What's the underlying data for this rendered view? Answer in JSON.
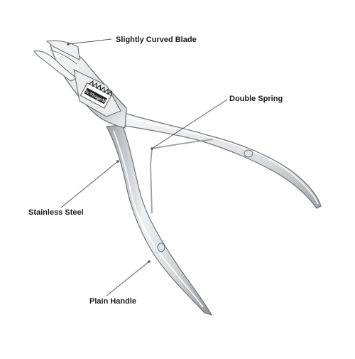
{
  "labels": {
    "blade": "Slightly Curved Blade",
    "spring": "Double Spring",
    "steel": "Stainless Steel",
    "handle": "Plain Handle"
  },
  "product": {
    "logo_text": "Dr.VisageAll"
  },
  "colors": {
    "background": "#ffffff",
    "steel_light": "#f4f5f6",
    "steel_mid": "#c9ccd0",
    "steel_dark": "#8d9196",
    "outline": "#6f7378",
    "leader_line": "#555555"
  }
}
